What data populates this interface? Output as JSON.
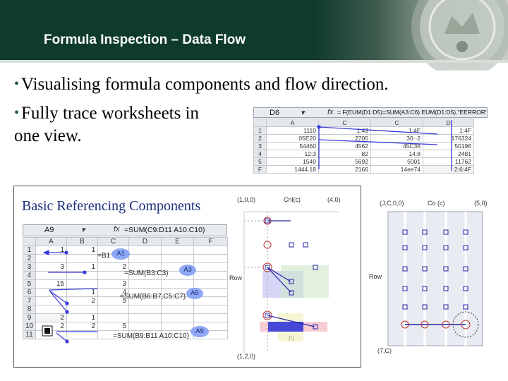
{
  "title": "Formula Inspection – Data Flow",
  "bullets": [
    "Visualising formula components and flow direction.",
    "Fully trace worksheets in",
    "one view."
  ],
  "colors": {
    "title_bg": "#0f3b2e",
    "bullet": "#1f5a3c",
    "bubble": "#8ea8f5",
    "frame_title": "#1a2d7a"
  },
  "top_sheet": {
    "cell_ref": "D6",
    "formula": "= F(EUM(D1:D5)=SUM(A3:C6) EUM(D1:D5),\"EERROR\")",
    "columns": [
      "A",
      "C",
      "C",
      "D"
    ],
    "rows": [
      {
        "row": "1",
        "cells": [
          "1110",
          "1:43",
          "1:4F",
          "1:4F"
        ]
      },
      {
        "row": "2",
        "cells": [
          "05E20",
          "2705",
          "30··2",
          "176324"
        ]
      },
      {
        "row": "3",
        "cells": [
          "54460",
          "4562",
          "45C36",
          "50196"
        ]
      },
      {
        "row": "4",
        "cells": [
          "12:3",
          "82",
          "14:8",
          "2481"
        ]
      },
      {
        "row": "5",
        "cells": [
          "1549",
          "5692",
          "5001",
          "11762"
        ]
      },
      {
        "row": "F",
        "cells": [
          "1444.18",
          "2166",
          "14ee74",
          "2:6:4F"
        ]
      }
    ]
  },
  "frame_title": "Basic Referencing Components",
  "main_sheet": {
    "cell_ref": "A9",
    "formula": "=SUM(C9:D11 A10:C10)",
    "columns": [
      "A",
      "B",
      "C",
      "D",
      "E",
      "F"
    ],
    "rows": [
      {
        "row": "1",
        "cells": [
          "1",
          "1",
          "",
          "",
          "",
          ""
        ]
      },
      {
        "row": "2",
        "cells": [
          "",
          "",
          "",
          "",
          "",
          ""
        ]
      },
      {
        "row": "3",
        "cells": [
          "3",
          "1",
          "2",
          "",
          "",
          ""
        ]
      },
      {
        "row": "4",
        "cells": [
          "",
          "",
          "",
          "",
          "",
          ""
        ]
      },
      {
        "row": "5",
        "cells": [
          "15",
          "",
          "3",
          "",
          "",
          ""
        ]
      },
      {
        "row": "6",
        "cells": [
          "",
          "1",
          "4",
          "",
          "",
          ""
        ]
      },
      {
        "row": "7",
        "cells": [
          "",
          "2",
          "5",
          "",
          "",
          ""
        ]
      },
      {
        "row": "8",
        "cells": [
          "",
          "",
          "",
          "",
          "",
          ""
        ]
      },
      {
        "row": "9",
        "cells": [
          "2",
          "1",
          "",
          "",
          "",
          ""
        ]
      },
      {
        "row": "10",
        "cells": [
          "2",
          "2",
          "5",
          "",
          "",
          ""
        ]
      },
      {
        "row": "11",
        "cells": [
          "",
          "",
          "",
          "",
          "",
          ""
        ]
      }
    ],
    "formulas": [
      {
        "text": "=B1",
        "bubble": "A1"
      },
      {
        "text": "=SUM(B3:C3)",
        "bubble": "A3"
      },
      {
        "text": "=SUM(B6:B7,C5:C7)",
        "bubble": "A5"
      },
      {
        "text": "=SUM(B9:B11 A10:C10)",
        "bubble": "A9"
      }
    ]
  },
  "diagram1": {
    "top_left": "(1,0,0)",
    "top_mid": "Cnl(c)",
    "top_right": "(4,0)",
    "row_label": "Row",
    "bottom_left": "(1,2,0)",
    "box_label": "Fl"
  },
  "diagram2": {
    "top_left": "(J,C,0,0)",
    "top_mid": "Co (c)",
    "top_right": "(5,0)",
    "row_label": "Row",
    "bottom_left": "(7,C)"
  }
}
